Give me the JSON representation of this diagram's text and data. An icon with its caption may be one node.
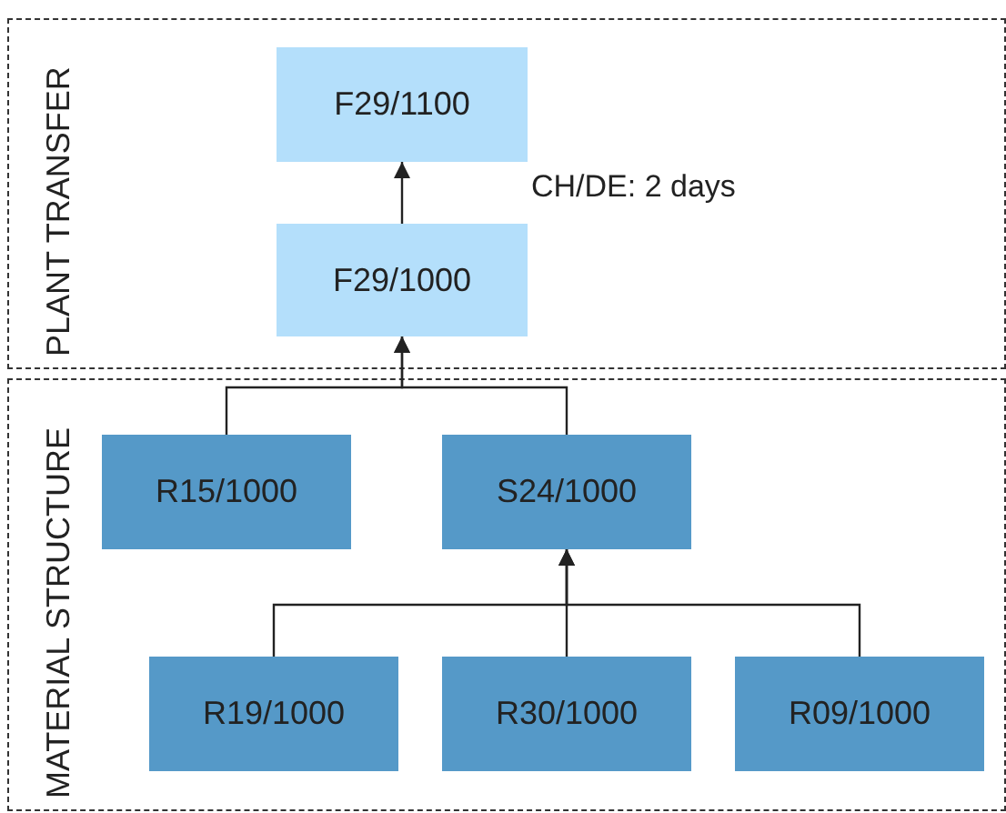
{
  "diagram": {
    "nodes": [
      {
        "text": [
          "PLANT TRANSFER"
        ]
      },
      {
        "text": [
          "F29/1100"
        ],
        "in": 0
      },
      {
        "text": [
          "F29/1000"
        ],
        "in": 0
      },
      {
        "text": [
          "MATERIAL STRUCTURE"
        ]
      },
      {
        "text": [
          "R15/1000"
        ],
        "in": 3
      },
      {
        "text": [
          "S24/1000"
        ],
        "in": 3
      },
      {
        "text": [
          "R19/1000"
        ],
        "in": 3
      },
      {
        "text": [
          "R30/1000"
        ],
        "in": 3
      },
      {
        "text": [
          "R09/1000"
        ],
        "in": 3
      }
    ],
    "edges": [
      {
        "from": 2,
        "to": 1,
        "arrow": "to",
        "label": "CH/DE: 2 days"
      },
      {
        "from": 4,
        "to": 2,
        "arrow": "to"
      },
      {
        "from": 5,
        "to": 2,
        "arrow": "to"
      },
      {
        "from": 6,
        "to": 5,
        "arrow": "to"
      },
      {
        "from": 7,
        "to": 5,
        "arrow": "to"
      },
      {
        "from": 8,
        "to": 5,
        "arrow": "to"
      }
    ]
  }
}
